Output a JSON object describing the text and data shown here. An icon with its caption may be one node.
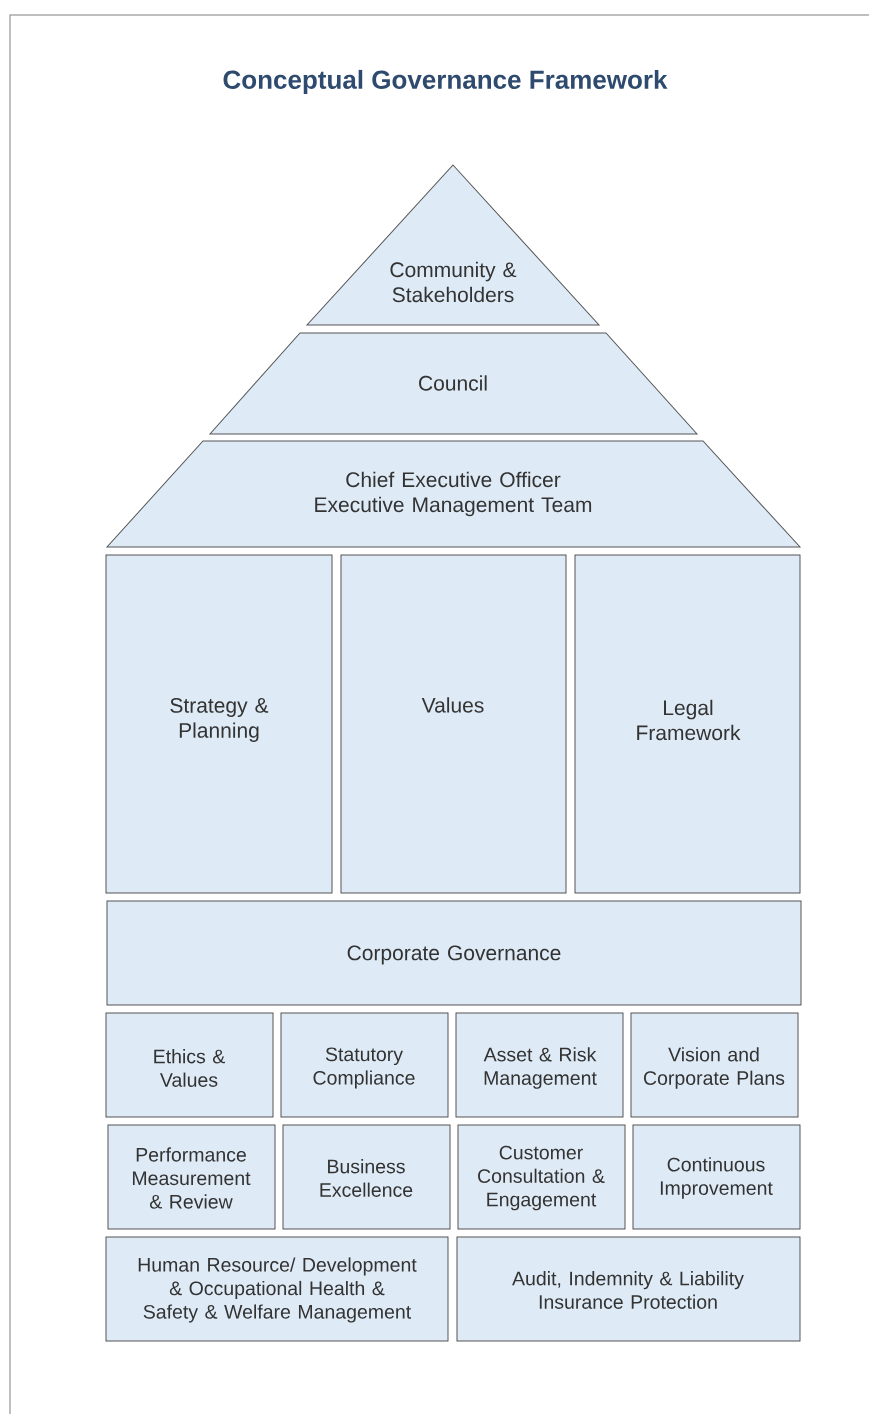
{
  "diagram": {
    "title": "Conceptual Governance Framework",
    "nodes": [
      {
        "text": [
          "Community & Stakeholders"
        ]
      },
      {
        "text": [
          "Council"
        ]
      },
      {
        "text": [
          "Chief Executive Officer",
          "Executive Management Team"
        ]
      },
      {
        "text": [
          "Strategy & Planning"
        ]
      },
      {
        "text": [
          "Values"
        ]
      },
      {
        "text": [
          "Legal Framework"
        ]
      },
      {
        "text": [
          "Corporate Governance"
        ]
      },
      {
        "text": [
          "Ethics & Values"
        ]
      },
      {
        "text": [
          "Statutory Compliance"
        ]
      },
      {
        "text": [
          "Asset & Risk Management"
        ]
      },
      {
        "text": [
          "Vision and Corporate Plans"
        ]
      },
      {
        "text": [
          "Performance Measurement & Review"
        ]
      },
      {
        "text": [
          "Business Excellence"
        ]
      },
      {
        "text": [
          "Customer Consultation & Engagement"
        ]
      },
      {
        "text": [
          "Continuous Improvement"
        ]
      },
      {
        "text": [
          "Human Resource/ Development & Occupational Health & Safety & Welfare Management"
        ]
      },
      {
        "text": [
          "Audit, Indemnity & Liability Insurance Protection"
        ]
      }
    ]
  }
}
